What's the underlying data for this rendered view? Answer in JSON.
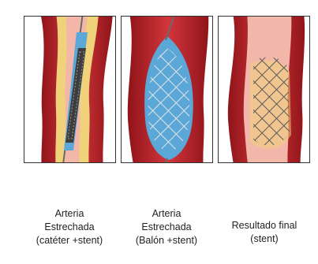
{
  "panels": [
    {
      "caption": [
        "Arteria",
        "Estrechada",
        "(catéter +stent)"
      ]
    },
    {
      "caption": [
        "Arteria",
        "Estrechada",
        "(Balón +stent)"
      ]
    },
    {
      "caption": [
        "Resultado final",
        "(stent)"
      ]
    }
  ],
  "colors": {
    "artery_outer": "#c8232a",
    "artery_wall": "#e0474b",
    "lumen": "#f2b7a8",
    "plaque": "#f0d27a",
    "balloon": "#5aa7d8",
    "stent": "#4a4a4a",
    "frame": "#333333"
  }
}
